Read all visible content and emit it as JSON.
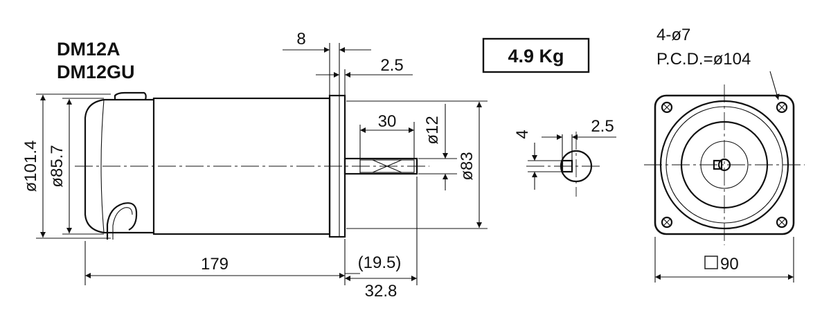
{
  "models": [
    "DM12A",
    "DM12GU"
  ],
  "weight": "4.9 Kg",
  "side_view": {
    "dia_outer": "ø101.4",
    "dia_body": "ø85.7",
    "dia_flange": "ø83",
    "dia_shaft": "ø12",
    "len_body": "179",
    "len_shaft_total": "32.8",
    "len_shaft_ref": "(19.5)",
    "len_key": "30",
    "flange_thickness": "8",
    "pilot_depth": "2.5"
  },
  "key_detail": {
    "key_width": "4",
    "key_depth": "2.5"
  },
  "front_view": {
    "holes": "4-ø7",
    "pcd": "P.C.D.=ø104",
    "square_symbol": "□",
    "square_size": "90"
  }
}
